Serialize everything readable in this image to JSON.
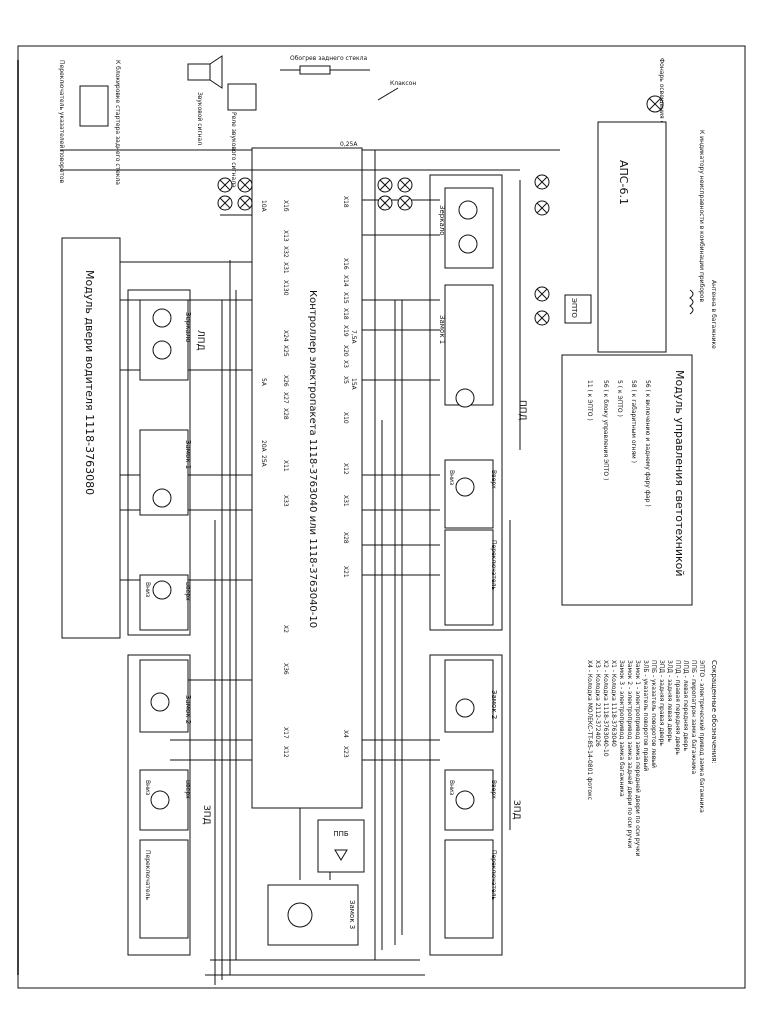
{
  "controller": {
    "title": "Контроллер электропакета 1118-3763040 или 1118-3763040-10"
  },
  "light_module": {
    "title": "Модуль управления светотехникой",
    "lines": [
      "56 ( к блоку управления ЭПТО )",
      "5 ( к ЭПТО )",
      "58 ( к габаритным огням )",
      "56 ( к включению и заднему фару фар )",
      "11 ( к ЭПТО )"
    ]
  },
  "driver_door": {
    "title": "Модуль двери водителя 1118-3763080"
  },
  "aps": {
    "label": "АПС-6.1"
  },
  "blocks": {
    "pdp": "ППД",
    "zpd_right": "ЗПД",
    "zpd_left": "ЗПД",
    "lpd": "ЛПД",
    "ppb": "ППБ",
    "epto": "ЭПТО",
    "mirror": "Зеркало",
    "lock3": "Замок 3",
    "lock1": "Замок 1",
    "lock2": "Замок 2",
    "switch": "Переключатель",
    "up": "Вверх",
    "down": "Вниз"
  },
  "top_labels": {
    "horn": "Звуковой сигнал",
    "relay": "Реле звукового сигнала",
    "trunk_heater": "Обогрев заднего стекла",
    "clacson": "Клаксон",
    "trunk_light": "Фонарь освещения салона",
    "fog": "К индикатору неисправности в комбинации приборов",
    "antenna": "Антенна в багажнике",
    "switch_top": "Переключатель указателей поворотов",
    "engine_block": "К блокировке стартера заднего стекла"
  },
  "legend": {
    "title": "Сокращенные обозначения:",
    "items": [
      "ЭПТО - электрический привод замка багажника",
      "ППБ - пиропатрон замка багажника",
      "ЛПД - левая передняя дверь",
      "ППД - правая передняя дверь",
      "ЗЛД - задняя левая дверь",
      "ЗПД - задняя правая дверь",
      "ППБ - указатель поворотов левый",
      "ЗЛБ - указатель поворотов правый",
      "Замок 1 - электропривод замка передней двери по оси ручки",
      "Замок 2 - электропривод замка задней двери по оси ручки",
      "Замок 3 - электропривод замка багажника",
      "Х1 - Колодка 1118-3763040",
      "Х2 - Колодка 1118-3763040-10",
      "Х3 - Колодка 2112-3724026",
      "Х4 - Колодка МОЛЕКС-TT-85-14-0801 фотокс"
    ]
  },
  "fuses": [
    "10А",
    "7,5А",
    "15А",
    "20А",
    "25А",
    "5А",
    "0,25А"
  ]
}
